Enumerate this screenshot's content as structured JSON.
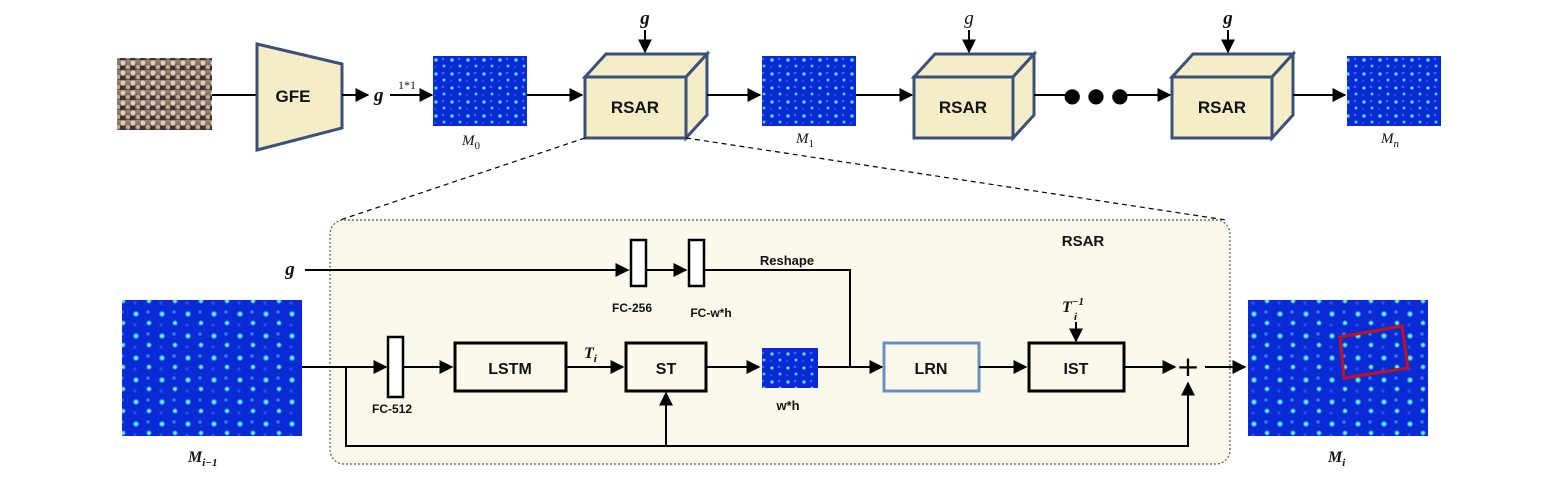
{
  "top_row": {
    "gfe_label": "GFE",
    "g_label": "g",
    "conv_label": "1*1",
    "rsar_label": "RSAR",
    "m0_label": "M",
    "m0_sub": "0",
    "m1_label": "M",
    "m1_sub": "1",
    "mn_label": "M",
    "mn_sub": "n",
    "ellipsis": "● ● ●"
  },
  "detail": {
    "title": "RSAR",
    "g_label": "g",
    "fc256_label": "FC-256",
    "fcwh_label": "FC-w*h",
    "reshape_label": "Reshape",
    "fc512_label": "FC-512",
    "lstm_label": "LSTM",
    "t_label": "T",
    "t_sub": "i",
    "st_label": "ST",
    "wh_label": "w*h",
    "lrn_label": "LRN",
    "ist_label": "IST",
    "tinv_label": "T",
    "tinv_sub": "i",
    "tinv_sup": "−1",
    "plus": "+",
    "mi1_label": "M",
    "mi1_sub": "i−1",
    "mi_label": "M",
    "mi_sub": "i"
  },
  "colors": {
    "block_fill": "#f5ecc8",
    "block_stroke": "#3a5278",
    "panel_fill": "#fbf9ec",
    "lrn_stroke": "#6b8fc2",
    "heatmap_bg": "#0a2ad6",
    "roi_box": "#c0141c"
  },
  "icons": {
    "crowd_image": "crowd-photo-thumbnail",
    "density_map": "density-heatmap"
  }
}
